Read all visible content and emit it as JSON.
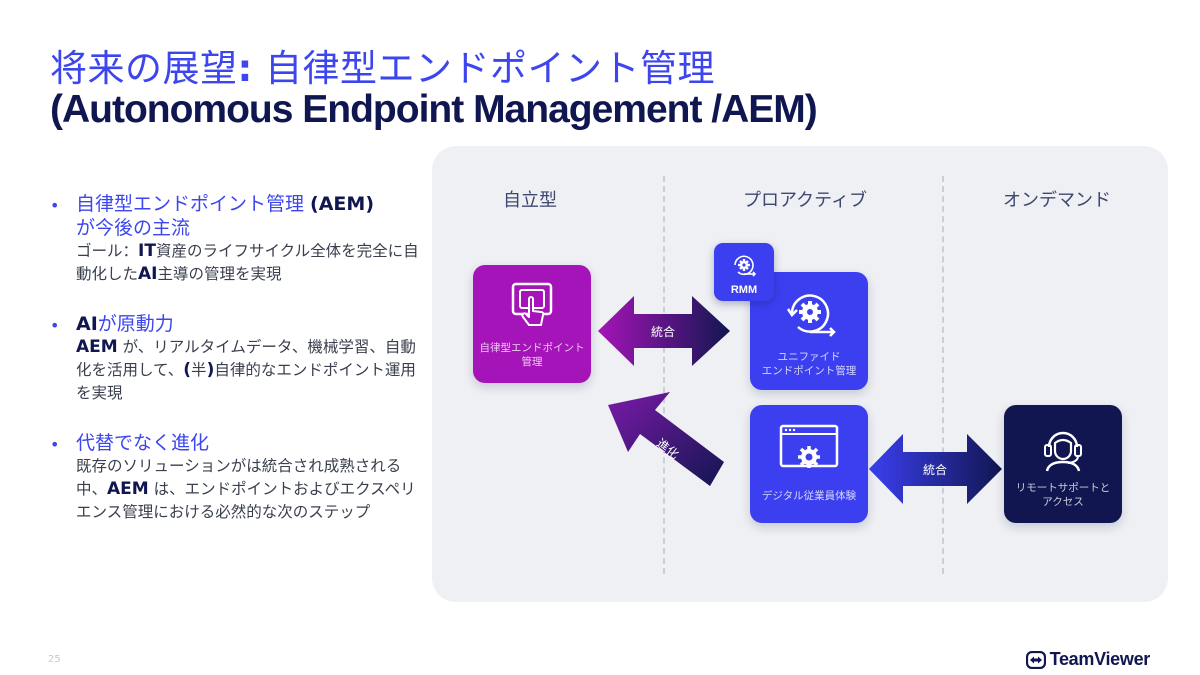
{
  "title": {
    "line1_a": "将来の展望",
    "line1_colon": ":",
    "line1_b": " 自律型エンドポイント管理",
    "line2": "(Autonomous Endpoint Management /AEM)"
  },
  "bullets": [
    {
      "head_a": "自律型エンドポイント管理 ",
      "head_b": "(AEM)",
      "head_c": "が今後の主流",
      "body_a": "ゴール：",
      "body_b": "IT",
      "body_c": "資産のライフサイクル全体を完全に自動化した",
      "body_d": "AI",
      "body_e": "主導の管理を実現"
    },
    {
      "head_a": "AI",
      "head_b": "が原動力",
      "body_a": "AEM",
      "body_b": " が、リアルタイムデータ、機械学習、自動化を活用して、",
      "body_c": "(",
      "body_d": "半",
      "body_e": ")",
      "body_f": "自律的なエンドポイント運用を実現"
    },
    {
      "head_a": "代替でなく進化",
      "body_a": "既存のソリューションがは統合され成熟される中、",
      "body_b": "AEM",
      "body_c": " は、エンドポイントおよびエクスペリエンス管理における必然的な次のステップ"
    }
  ],
  "diagram": {
    "columns": [
      "自立型",
      "プロアクティブ",
      "オンデマンド"
    ],
    "cards": {
      "aem": "自律型エンドポイント\n管理",
      "uem": "ユニファイド\nエンドポイント管理",
      "dex": "デジタル従業員体験",
      "remote": "リモートサポートと\nアクセス"
    },
    "rmm_label": "RMM",
    "arrow_integrate_top": "統合",
    "arrow_evolve": "進化",
    "arrow_integrate_bottom": "統合"
  },
  "footer": {
    "page_number": "25",
    "brand": "TeamViewer"
  },
  "colors": {
    "accent_blue": "#3d46ee",
    "navy": "#0f1650",
    "purple": "#a514b8",
    "panel": "#eef0f4"
  },
  "icons": [
    "touch-screen-icon",
    "rmm-gear-icon",
    "gear-cycle-icon",
    "browser-gear-icon",
    "headset-agent-icon",
    "teamviewer-logo-icon"
  ]
}
